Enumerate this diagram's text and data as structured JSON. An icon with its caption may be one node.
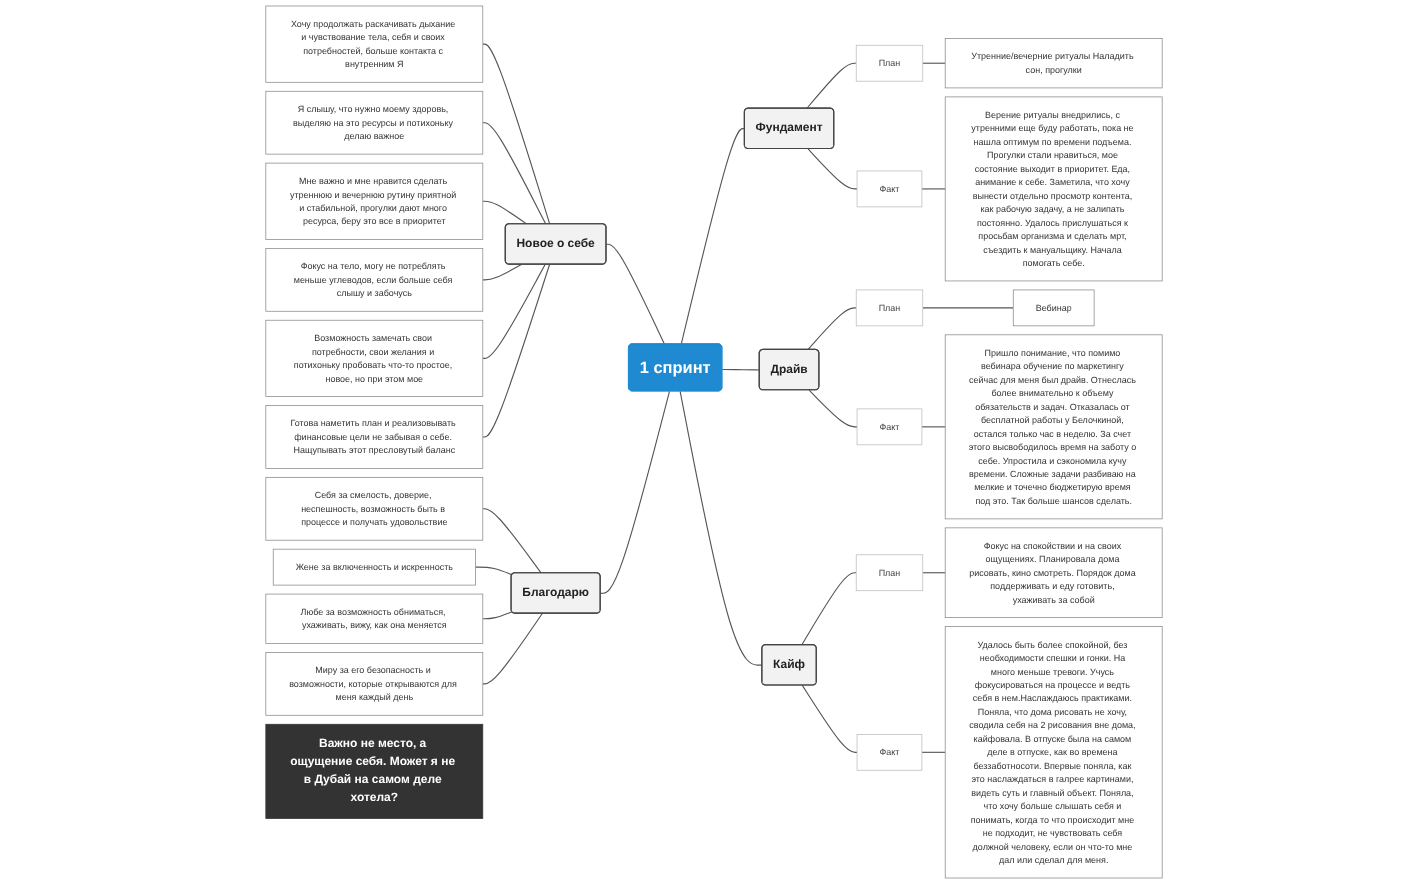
{
  "diagram": {
    "nodes": [
      {
        "text": [
          "1 спринт"
        ]
      },
      {
        "text": [
          "Фундамент"
        ]
      },
      {
        "text": [
          "План"
        ]
      },
      {
        "text": [
          "Утренние/вечерние ритуалы Наладить сон, прогулки"
        ]
      },
      {
        "text": [
          "Факт"
        ]
      },
      {
        "text": [
          "Верение ритуалы внедрились, с утренними еще буду работать, пока не нашла оптимум по времени подъема. Прогулки стали нравиться, мое состояние выходит в приоритет. Еда, анимание к себе. Заметила, что хочу вынести отдельно просмотр контента, как рабочую задачу, а не залипать постоянно. Удалось прислушаться к просьбам организма и сделать мрт, съездить к мануальщику. Начала помогать себе."
        ]
      },
      {
        "text": [
          "Драйв"
        ]
      },
      {
        "text": [
          "План"
        ]
      },
      {
        "text": [
          "Вебинар"
        ]
      },
      {
        "text": [
          "Факт"
        ]
      },
      {
        "text": [
          "Пришло понимание, что помимо вебинара обучение по маркетингу сейчас для меня был драйв. Отнеслась более внимательно к объему обязательств и задач. Отказалась от бесплатной работы у Белочкиной, остался только час в неделю. За счет этого высвободилось время на заботу о себе. Упростила и сэкономила кучу времени. Сложные задачи разбиваю на мелкие и точечно бюджетирую время под это. Так больше шансов сделать."
        ]
      },
      {
        "text": [
          "Кайф"
        ]
      },
      {
        "text": [
          "План"
        ]
      },
      {
        "text": [
          "Фокус на спокойствии и на своих ощущениях. Планировала дома рисовать, кино смотреть. Порядок дома поддерживать и еду готовить, ухаживать за собой"
        ]
      },
      {
        "text": [
          "Факт"
        ]
      },
      {
        "text": [
          "Удалось быть более спокойной, без необходимости спешки и гонки. На много меньше тревоги. Учусь фокусироваться на процессе и ведть себя в нем.Наслаждаюсь практиками. Поняла, что дома рисовать не хочу, сводила себя на 2 рисования вне дома, кайфовала. В отпуске была на самом деле в отпуске, как во времена беззаботносоти. Впервые поняла, как это наслаждаться в галрее картинами, видеть суть и главный объект. Поняла, что хочу больше слышать себя и понимать, когда то что происходит мне не подходит, не чувствовать себя должной человеку, если он что-то мне дал или сделал для меня."
        ]
      },
      {
        "text": [
          "Новое о себе"
        ]
      },
      {
        "text": [
          "Хочу продолжать раскачивать дыхание и чувствование тела, себя и своих потребностей, больше контакта с внутренним Я"
        ]
      },
      {
        "text": [
          "Я слышу, что нужно моему здоровь, выделяю на это ресурсы и потихоньку делаю важное"
        ]
      },
      {
        "text": [
          "Мне важно и мне нравится сделать утреннюю и вечернюю рутину приятной и стабильной, прогулки дают много ресурса, беру это все в приоритет"
        ]
      },
      {
        "text": [
          "Фокус на тело, могу не потреблять меньше углеводов, если больше себя слышу и забочусь"
        ]
      },
      {
        "text": [
          "Возможность замечать свои потребности, свои желания и потихоньку пробовать что-то простое, новое, но при этом мое"
        ]
      },
      {
        "text": [
          "Готова наметить план и реализовывать финансовые цели не забывая о себе. Нащупывать этот пресловутый баланс"
        ]
      },
      {
        "text": [
          "Благодарю"
        ]
      },
      {
        "text": [
          "Себя за смелость, доверие, неспешность, возможность быть в процессе и получать удовольствие"
        ]
      },
      {
        "text": [
          "Жене за включенность и искренность"
        ]
      },
      {
        "text": [
          "Любе за возможность обниматься, ухаживать, вижу, как она меняется"
        ]
      },
      {
        "text": [
          "Миру за его безопасность и возможности, которые открываются для меня каждый день"
        ]
      },
      {
        "text": [
          "Важно не место, а ощущение себя. Может я не в Дубай на самом деле хотела?"
        ]
      }
    ],
    "edges": [
      {
        "from": 0,
        "to": 1,
        "arrow": "none"
      },
      {
        "from": 1,
        "to": 2,
        "arrow": "none"
      },
      {
        "from": 2,
        "to": 3,
        "arrow": "none"
      },
      {
        "from": 1,
        "to": 4,
        "arrow": "none"
      },
      {
        "from": 4,
        "to": 5,
        "arrow": "none"
      },
      {
        "from": 0,
        "to": 6,
        "arrow": "none"
      },
      {
        "from": 6,
        "to": 7,
        "arrow": "none"
      },
      {
        "from": 7,
        "to": 8,
        "arrow": "none"
      },
      {
        "from": 6,
        "to": 9,
        "arrow": "none"
      },
      {
        "from": 9,
        "to": 10,
        "arrow": "none"
      },
      {
        "from": 0,
        "to": 11,
        "arrow": "none"
      },
      {
        "from": 11,
        "to": 12,
        "arrow": "none"
      },
      {
        "from": 12,
        "to": 13,
        "arrow": "none"
      },
      {
        "from": 11,
        "to": 14,
        "arrow": "none"
      },
      {
        "from": 14,
        "to": 15,
        "arrow": "none"
      },
      {
        "from": 0,
        "to": 16,
        "arrow": "none"
      },
      {
        "from": 16,
        "to": 17,
        "arrow": "none"
      },
      {
        "from": 16,
        "to": 18,
        "arrow": "none"
      },
      {
        "from": 16,
        "to": 19,
        "arrow": "none"
      },
      {
        "from": 16,
        "to": 20,
        "arrow": "none"
      },
      {
        "from": 16,
        "to": 21,
        "arrow": "none"
      },
      {
        "from": 16,
        "to": 22,
        "arrow": "none"
      },
      {
        "from": 0,
        "to": 23,
        "arrow": "none"
      },
      {
        "from": 23,
        "to": 24,
        "arrow": "none"
      },
      {
        "from": 23,
        "to": 25,
        "arrow": "none"
      },
      {
        "from": 23,
        "to": 26,
        "arrow": "none"
      },
      {
        "from": 23,
        "to": 27,
        "arrow": "none"
      }
    ]
  }
}
